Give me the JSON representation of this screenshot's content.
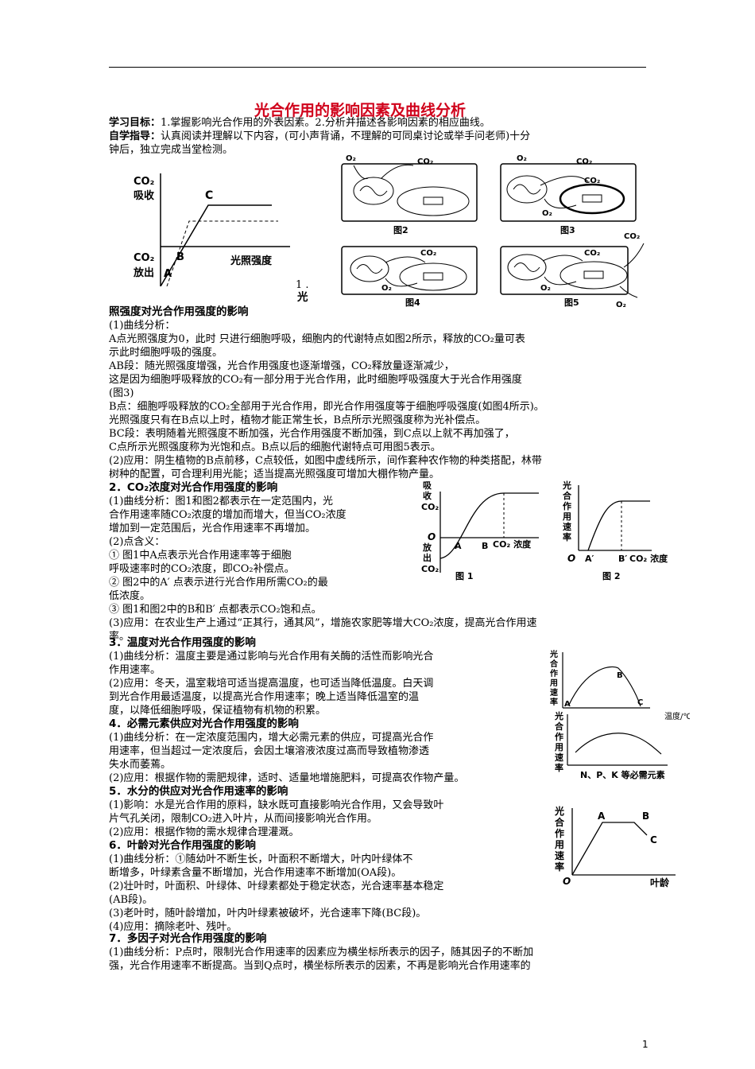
{
  "title": "光合作用的影响因素及曲线分析",
  "goal_label": "学习目标：",
  "goal_text": "1.掌握影响光合作用的外表因素。2.分析并描述各影响因素的相应曲线。",
  "guide_label": "自学指导：",
  "guide_text_1": "认真阅读并理解以下内容，(可小声背诵，不理解的可同桌讨论或举手问老师)十分",
  "guide_text_2": "钟后，独立完成当堂检测。",
  "fig1": {
    "ytop": "CO₂",
    "ytop2": "吸收",
    "ybottom": "CO₂",
    "ybottom2": "放出",
    "xlabel": "光照强度",
    "A": "A",
    "B": "B",
    "C": "C"
  },
  "cells": {
    "o2": "O₂",
    "co2": "CO₂",
    "fig2": "图2",
    "fig3": "图3",
    "fig4": "图4",
    "fig5": "图5"
  },
  "sec1": {
    "num": "1 .",
    "num2": "光",
    "heading": "照强度对光合作用强度的影响",
    "lines": [
      "(1)曲线分析：",
      " A点光照强度为0，此时   只进行细胞呼吸，细胞内的代谢特点如图2所示，释放的CO₂量可表",
      "    示此时细胞呼吸的强度。",
      "AB段：随光照强度增强，光合作用强度也逐渐增强，CO₂释放量逐渐减少，",
      "  这是因为细胞呼吸释放的CO₂有一部分用于光合作用，此时细胞呼吸强度大于光合作用强度",
      "(图3)",
      "B点：细胞呼吸释放的CO₂全部用于光合作用，即光合作用强度等于细胞呼吸强度(如图4所示)。",
      "       光照强度只有在B点以上时，植物才能正常生长，B点所示光照强度称为光补偿点。",
      "BC段：表明随着光照强度不断加强，光合作用强度不断加强，到C点以上就不再加强了，",
      "C点所示光照强度称为光饱和点。B点以后的细胞代谢特点可用图5表示。",
      "(2)应用：阴生植物的B点前移，C点较低，如图中虚线所示，间作套种农作物的种类搭配，林带",
      "    树种的配置，可合理利用光能；适当提高光照强度可增加大棚作物产量。"
    ]
  },
  "sec2": {
    "heading": "2．CO₂浓度对光合作用强度的影响",
    "lines": [
      "(1)曲线分析：图1和图2都表示在一定范围内，光",
      "合作用速率随CO₂浓度的增加而增大，但当CO₂浓度",
      "增加到一定范围后，光合作用速率不再增加。",
      "(2)点含义：",
      "① 图1中A点表示光合作用速率等于细胞",
      "   呼吸速率时的CO₂浓度，即CO₂补偿点。",
      "② 图2中的A′ 点表示进行光合作用所需CO₂的最",
      "低浓度。",
      "③ 图1和图2中的B和B′ 点都表示CO₂饱和点。",
      "(3)应用：在农业生产上通过“正其行，通其风”，增施农家肥等增大CO₂浓度，提高光合作用速",
      "率。"
    ],
    "g1": {
      "y1": "吸",
      "y2": "收",
      "y3": "CO₂",
      "o": "O",
      "y4": "放",
      "y5": "出",
      "y6": "CO₂",
      "A": "A",
      "B": "B",
      "x": "CO₂ 浓度",
      "cap": "图 1"
    },
    "g2": {
      "y": [
        "光",
        "合",
        "作",
        "用",
        "速",
        "率"
      ],
      "o": "O",
      "A": "A′",
      "B": "B′",
      "x": "CO₂ 浓度",
      "cap": "图 2"
    }
  },
  "sec3": {
    "heading": "3．温度对光合作用强度的影响",
    "lines": [
      " (1)曲线分析：温度主要是通过影响与光合作用有关酶的活性而影响光合",
      "      作用速率。",
      " (2)应用：冬天，温室栽培可适当提高温度，也可适当降低温度。白天调",
      "      到光合作用最适温度，以提高光合作用速率；晚上适当降低温室的温",
      "      度，以降低细胞呼吸，保证植物有机物的积累。"
    ],
    "g": {
      "y": [
        "光",
        "合",
        "作",
        "用",
        "速",
        "率"
      ],
      "B": "B",
      "C": "C",
      "A": "A",
      "x": "温度/℃"
    }
  },
  "sec4": {
    "heading": "4．必需元素供应对光合作用强度的影响",
    "lines": [
      "(1)曲线分析：在一定浓度范围内，增大必需元素的供应，可提高光合作",
      "   用速率，但当超过一定浓度后，会因土壤溶液浓度过高而导致植物渗透",
      "   失水而萎蔫。",
      "(2)应用：根据作物的需肥规律，适时、适量地增施肥料，可提高农作物产量。"
    ],
    "g": {
      "y": [
        "光",
        "合",
        "作",
        "用",
        "速",
        "率"
      ],
      "x": "N、P、K 等必需元素"
    }
  },
  "sec5": {
    "heading": "5．水分的供应对光合作用速率的影响",
    "lines": [
      "(1)影响：水是光合作用的原料，缺水既可直接影响光合作用，又会导致叶",
      "    片气孔关闭，限制CO₂进入叶片，从而间接影响光合作用。",
      "(2)应用：根据作物的需水规律合理灌溉。"
    ]
  },
  "sec6": {
    "heading": "6．叶龄对光合作用强度的影响",
    "lines": [
      "(1)曲线分析：①随幼叶不断生长，叶面积不断增大，叶内叶绿体不",
      "   断增多，叶绿素含量不断增加，光合作用速率不断增加(OA段)。",
      "(2)壮叶时，叶面积、叶绿体、叶绿素都处于稳定状态，光合速率基本稳定",
      "(AB段)。",
      "(3)老叶时，随叶龄增加，叶内叶绿素被破坏，光合速率下降(BC段)。",
      "(4)应用：摘除老叶、残叶。"
    ],
    "g": {
      "y": [
        "光",
        "合",
        "作",
        "用",
        "速",
        "率"
      ],
      "o": "O",
      "A": "A",
      "B": "B",
      "C": "C",
      "x": "叶龄"
    }
  },
  "sec7": {
    "heading": "7．多因子对光合作用强度的影响",
    "lines": [
      "(1)曲线分析：P点时，限制光合作用速率的因素应为横坐标所表示的因子，随其因子的不断加",
      "   强，光合作用速率不断提高。当到Q点时，横坐标所表示的因素，不再是影响光合作用速率的"
    ]
  },
  "page_number": "1"
}
